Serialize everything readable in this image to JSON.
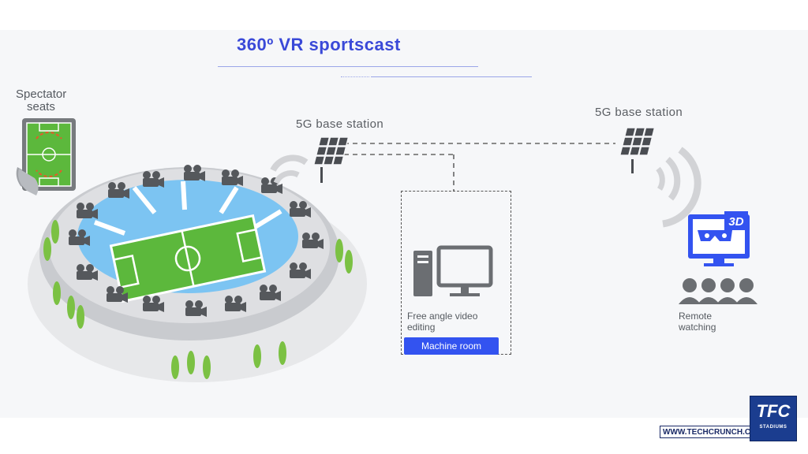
{
  "title": "360º VR sportscast",
  "spectator_label_line1": "Spectator",
  "spectator_label_line2": "seats",
  "station_left_label": "5G base station",
  "station_right_label": "5G base station",
  "editing_label_line1": "Free angle video",
  "editing_label_line2": "editing",
  "machine_room_label": "Machine room",
  "remote_label_line1": "Remote",
  "remote_label_line2": "watching",
  "tv_badge": "3D",
  "watermark_url": "WWW.TECHCRUNCH.CO",
  "logo_text": "TFC",
  "logo_subtext": "STADIUMS",
  "colors": {
    "accent_blue": "#3353f0",
    "title_blue": "#3a49d8",
    "pitch_green": "#5cb83c",
    "stand_blue": "#7cc4f2",
    "tree_green": "#7bc143",
    "gray_icon": "#6b6e72"
  }
}
